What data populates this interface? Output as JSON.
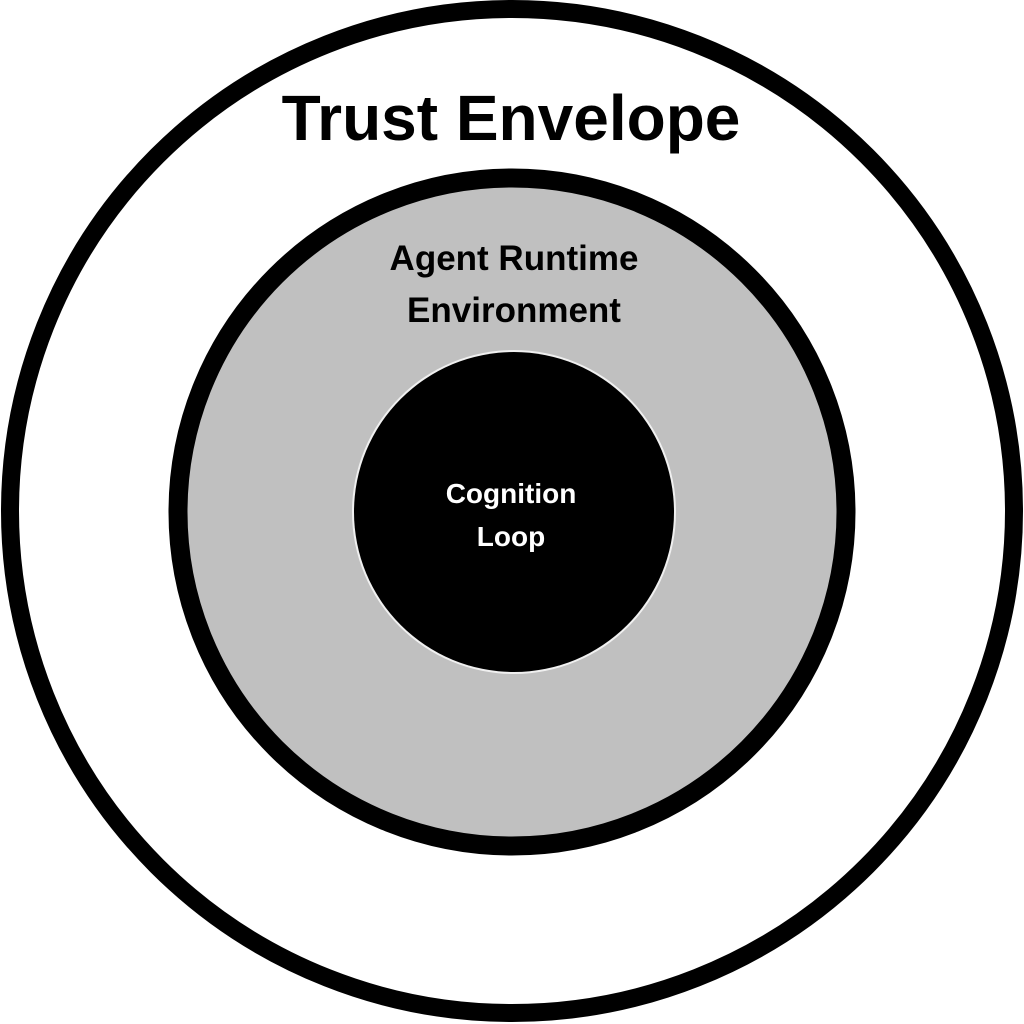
{
  "diagram": {
    "type": "concentric-layers",
    "layers": [
      {
        "id": "outer",
        "label_lines": [
          "Trust Envelope"
        ],
        "fill": "#ffffff",
        "stroke": "#000000",
        "text_color": "#000000"
      },
      {
        "id": "middle",
        "label_lines": [
          "Agent Runtime",
          "Environment"
        ],
        "fill": "#c0c0c0",
        "stroke": "#000000",
        "text_color": "#000000"
      },
      {
        "id": "inner",
        "label_lines": [
          "Cognition",
          "Loop"
        ],
        "fill": "#000000",
        "stroke": "#000000",
        "text_color": "#ffffff"
      }
    ]
  }
}
